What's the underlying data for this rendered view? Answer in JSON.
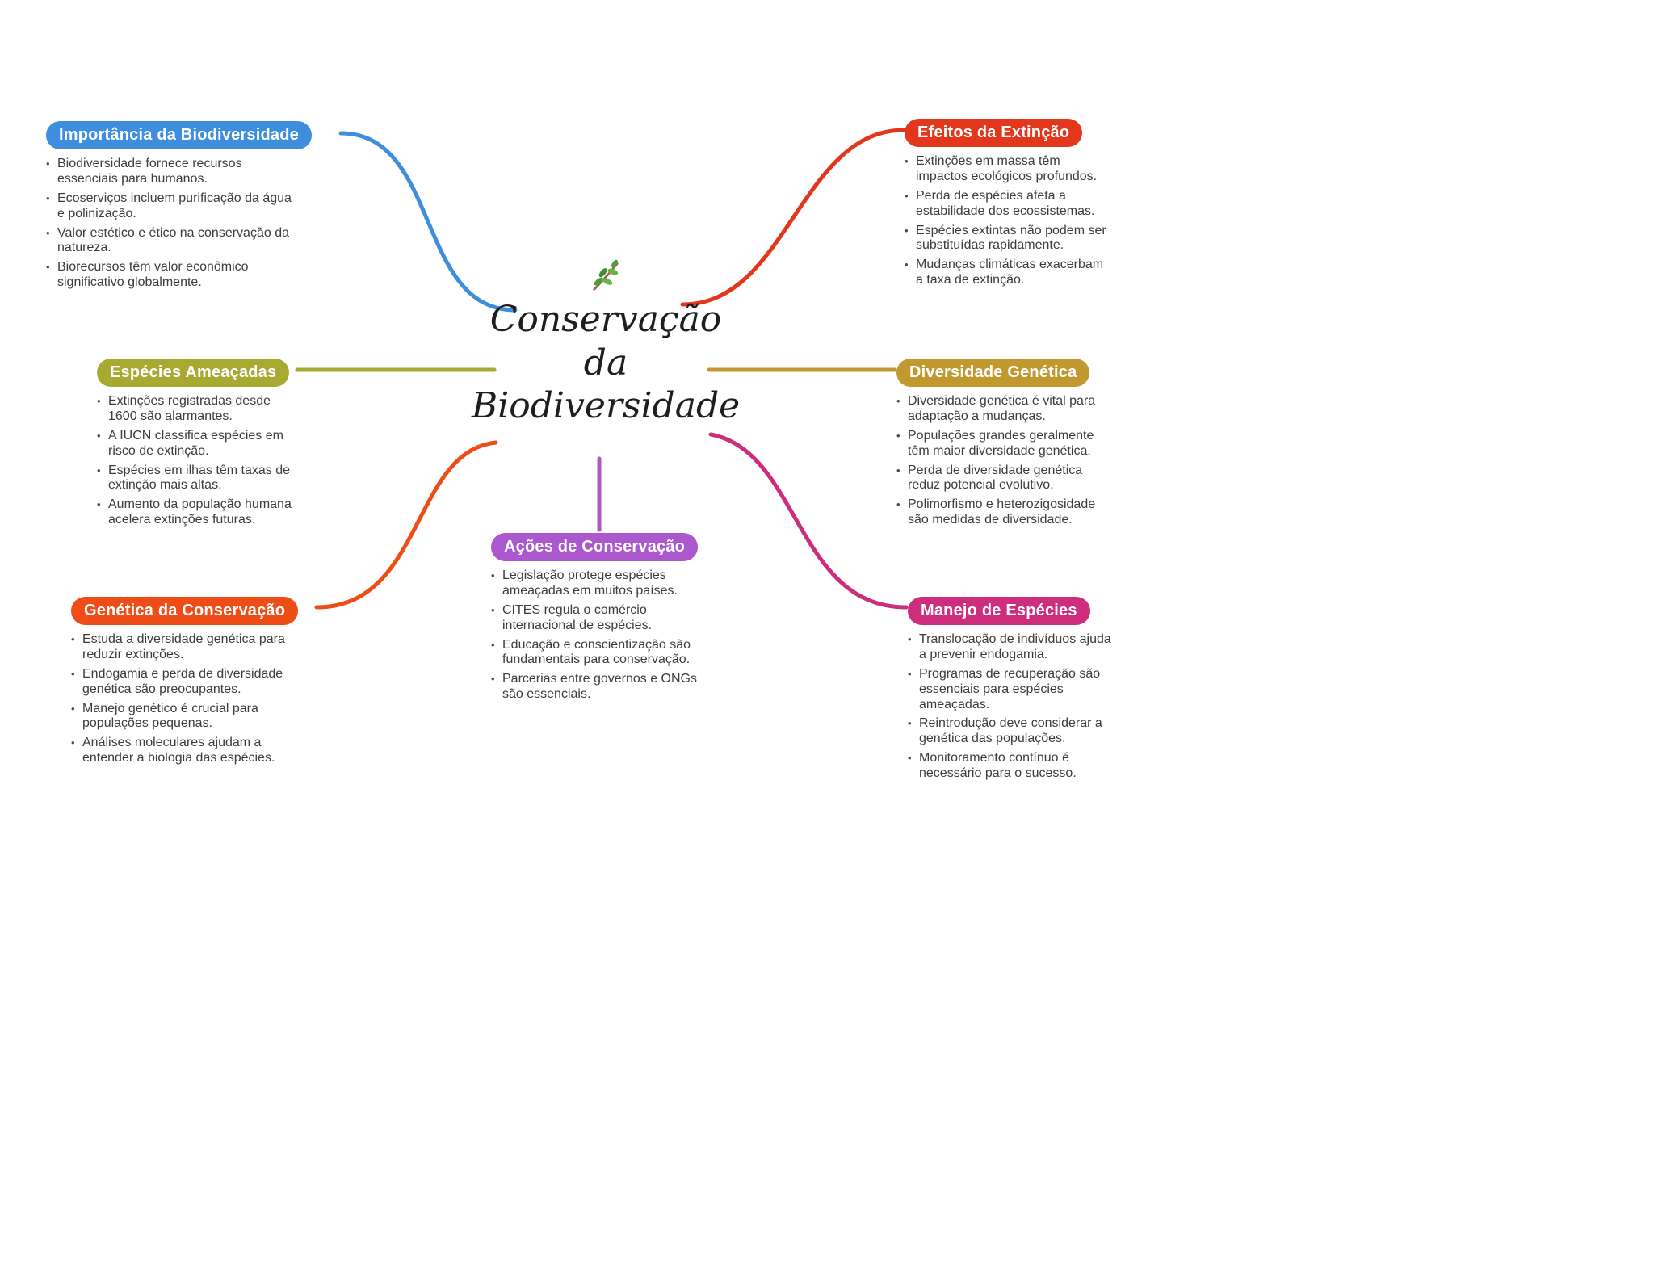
{
  "center": {
    "icon": "herb-icon",
    "title_lines": [
      "Conservação",
      "da",
      "Biodiversidade"
    ]
  },
  "branches": [
    {
      "id": "importancia",
      "title": "Importância da Biodiversidade",
      "color": "#3E8EDD",
      "items": [
        "Biodiversidade fornece recursos essenciais para humanos.",
        "Ecoserviços incluem purificação da água e polinização.",
        "Valor estético e ético na conservação da natureza.",
        "Biorecursos têm valor econômico significativo globalmente."
      ]
    },
    {
      "id": "efeitos",
      "title": "Efeitos da Extinção",
      "color": "#E2371C",
      "items": [
        "Extinções em massa têm impactos ecológicos profundos.",
        "Perda de espécies afeta a estabilidade dos ecossistemas.",
        "Espécies extintas não podem ser substituídas rapidamente.",
        "Mudanças climáticas exacerbam a taxa de extinção."
      ]
    },
    {
      "id": "especies",
      "title": "Espécies Ameaçadas",
      "color": "#A7A930",
      "items": [
        "Extinções registradas desde 1600 são alarmantes.",
        "A IUCN classifica espécies em risco de extinção.",
        "Espécies em ilhas têm taxas de extinção mais altas.",
        "Aumento da população humana acelera extinções futuras."
      ]
    },
    {
      "id": "diversidade",
      "title": "Diversidade Genética",
      "color": "#C2992E",
      "items": [
        "Diversidade genética é vital para adaptação a mudanças.",
        "Populações grandes geralmente têm maior diversidade genética.",
        "Perda de diversidade genética reduz potencial evolutivo.",
        "Polimorfismo e heterozigosidade são medidas de diversidade."
      ]
    },
    {
      "id": "genetica",
      "title": "Genética da Conservação",
      "color": "#EE4D18",
      "items": [
        "Estuda a diversidade genética para reduzir extinções.",
        "Endogamia e perda de diversidade genética são preocupantes.",
        "Manejo genético é crucial para populações pequenas.",
        "Análises moleculares ajudam a entender a biologia das espécies."
      ]
    },
    {
      "id": "acoes",
      "title": "Ações de Conservação",
      "color": "#AB57CD",
      "items": [
        "Legislação protege espécies ameaçadas em muitos países.",
        "CITES regula o comércio internacional de espécies.",
        "Educação e conscientização são fundamentais para conservação.",
        "Parcerias entre governos e ONGs são essenciais."
      ]
    },
    {
      "id": "manejo",
      "title": "Manejo de Espécies",
      "color": "#CE2C7D",
      "items": [
        "Translocação de indivíduos ajuda a prevenir endogamia.",
        "Programas de recuperação são essenciais para espécies ameaçadas.",
        "Reintrodução deve considerar a genética das populações.",
        "Monitoramento contínuo é necessário para o sucesso."
      ]
    }
  ]
}
